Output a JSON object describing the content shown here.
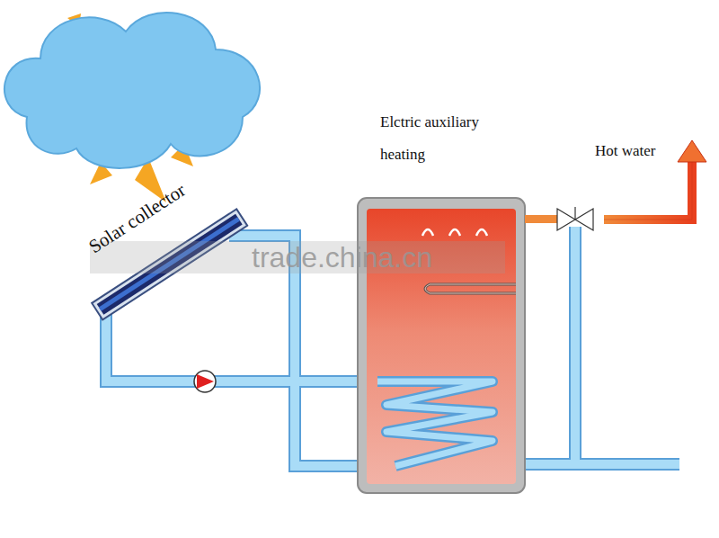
{
  "diagram": {
    "labels": [
      "Solar collector",
      "Elctric auxiliary heating",
      "Hot water",
      "trade.china.cn"
    ]
  }
}
